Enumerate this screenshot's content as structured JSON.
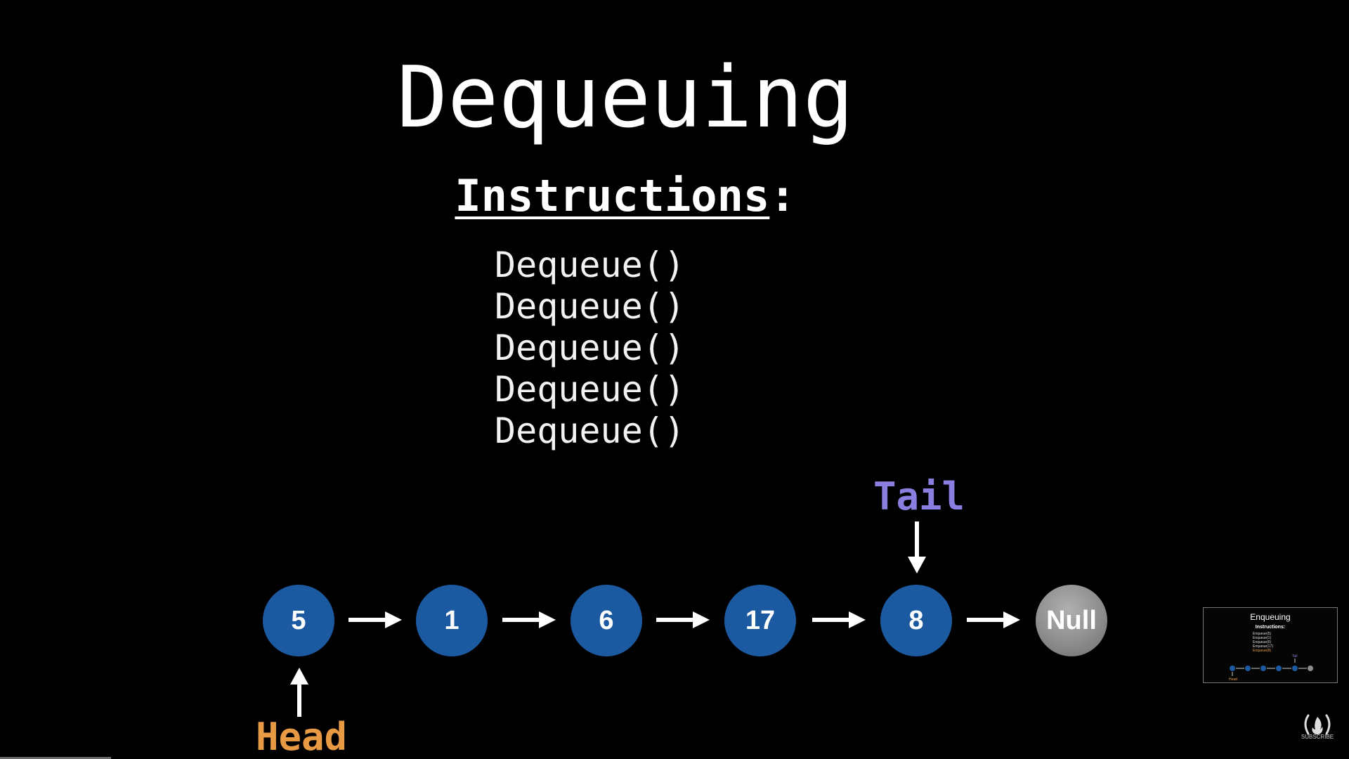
{
  "title": "Dequeuing",
  "instructions": {
    "heading": "Instructions",
    "heading_colon": ":",
    "items": [
      "Dequeue()",
      "Dequeue()",
      "Dequeue()",
      "Dequeue()",
      "Dequeue()"
    ]
  },
  "list": {
    "nodes": [
      "5",
      "1",
      "6",
      "17",
      "8",
      "Null"
    ],
    "tail_label": "Tail",
    "head_label": "Head"
  },
  "colors": {
    "node": "#1b5aa0",
    "null_node": "#8d8d8d",
    "tail": "#8a7fe0",
    "head": "#e79a43",
    "background": "#000000"
  },
  "thumbnail": {
    "title": "Enqueuing",
    "heading": "Instructions:",
    "items": [
      "Enqueue(5)",
      "Enqueue(1)",
      "Enqueue(6)",
      "Enqueue(17)",
      "Enqueue(8)"
    ],
    "tail_label": "Tail",
    "head_label": "Head"
  },
  "logo": {
    "icon": "freecodecamp-fire-icon",
    "caption": "SUBSCRIBE"
  }
}
